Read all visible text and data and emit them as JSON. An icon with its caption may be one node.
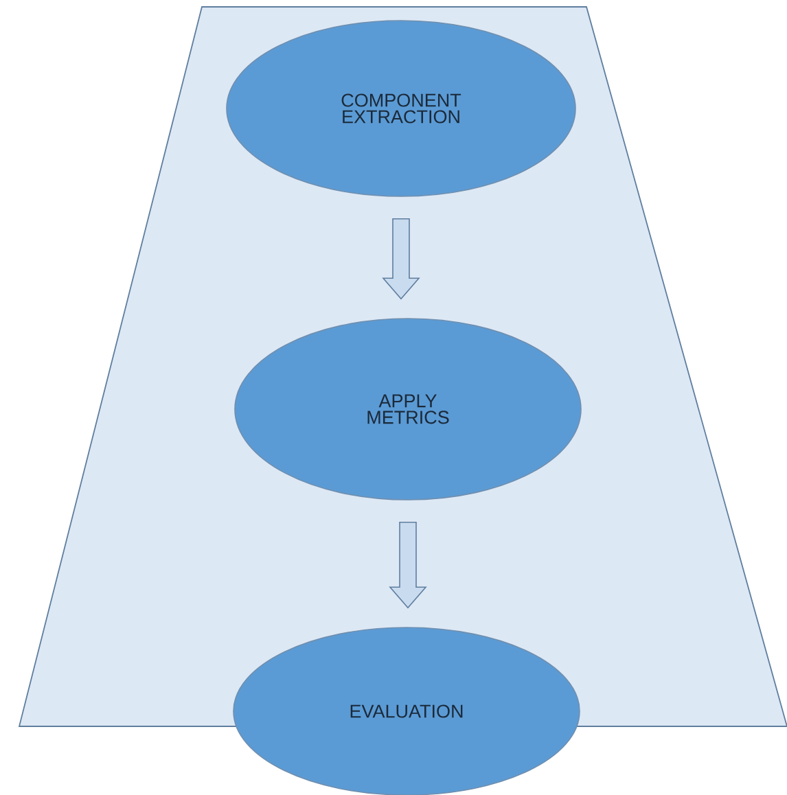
{
  "diagram": {
    "nodes": [
      {
        "text": [
          "COMPONENT EXTRACTION"
        ]
      },
      {
        "text": [
          "APPLY METRICS"
        ]
      },
      {
        "text": [
          "EVALUATION"
        ]
      }
    ],
    "edges": [
      {
        "from": 0,
        "to": 1,
        "arrow": "to"
      },
      {
        "from": 1,
        "to": 2,
        "arrow": "to"
      }
    ]
  }
}
